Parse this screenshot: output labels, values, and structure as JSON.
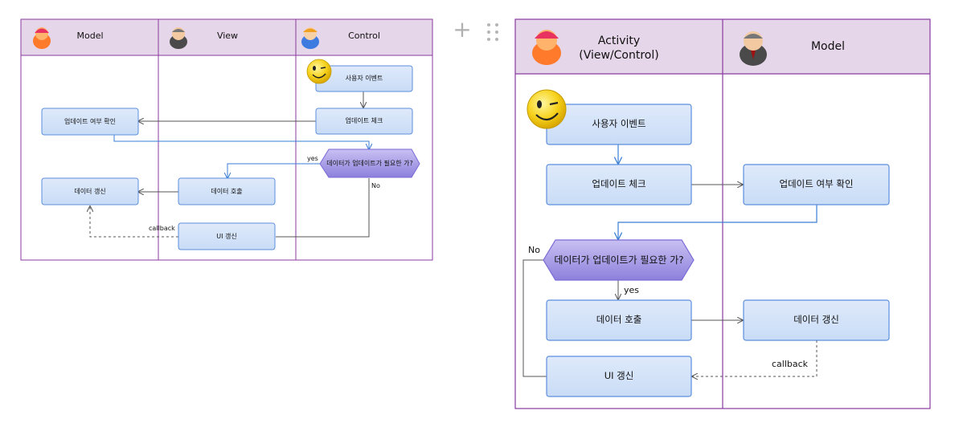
{
  "colors": {
    "lane_header": "#e6d6e9",
    "lane_border": "#8a3aa0",
    "node_fill": "#d3e3f8",
    "node_stroke": "#5b8ede",
    "decision_fill": "#9a8ee0",
    "flow_blue": "#3a7ed4",
    "arrow_gray": "#555555"
  },
  "toolbar": {
    "add_icon": "plus-icon",
    "drag_icon": "grip-dots-icon"
  },
  "left": {
    "lanes": {
      "model": "Model",
      "view": "View",
      "control": "Control"
    },
    "nodes": {
      "user_event": "사용자 이벤트",
      "update_check": "업데이트 체크",
      "update_confirm": "업데이트 여부 확인",
      "decision": "데이터가 업데이트가 필요한 가?",
      "data_call": "데이터 호출",
      "data_refresh": "데이터 갱신",
      "ui_refresh": "UI 갱신"
    },
    "labels": {
      "yes": "yes",
      "no": "No",
      "callback": "callback"
    }
  },
  "right": {
    "lanes": {
      "activity_line1": "Activity",
      "activity_line2": "(View/Control)",
      "model": "Model"
    },
    "nodes": {
      "user_event": "사용자 이벤트",
      "update_check": "업데이트 체크",
      "update_confirm": "업데이트 여부 확인",
      "decision": "데이터가 업데이트가 필요한 가?",
      "data_call": "데이터 호출",
      "data_refresh": "데이터 갱신",
      "ui_refresh": "UI 갱신"
    },
    "labels": {
      "yes": "yes",
      "no": "No",
      "callback": "callback"
    }
  }
}
